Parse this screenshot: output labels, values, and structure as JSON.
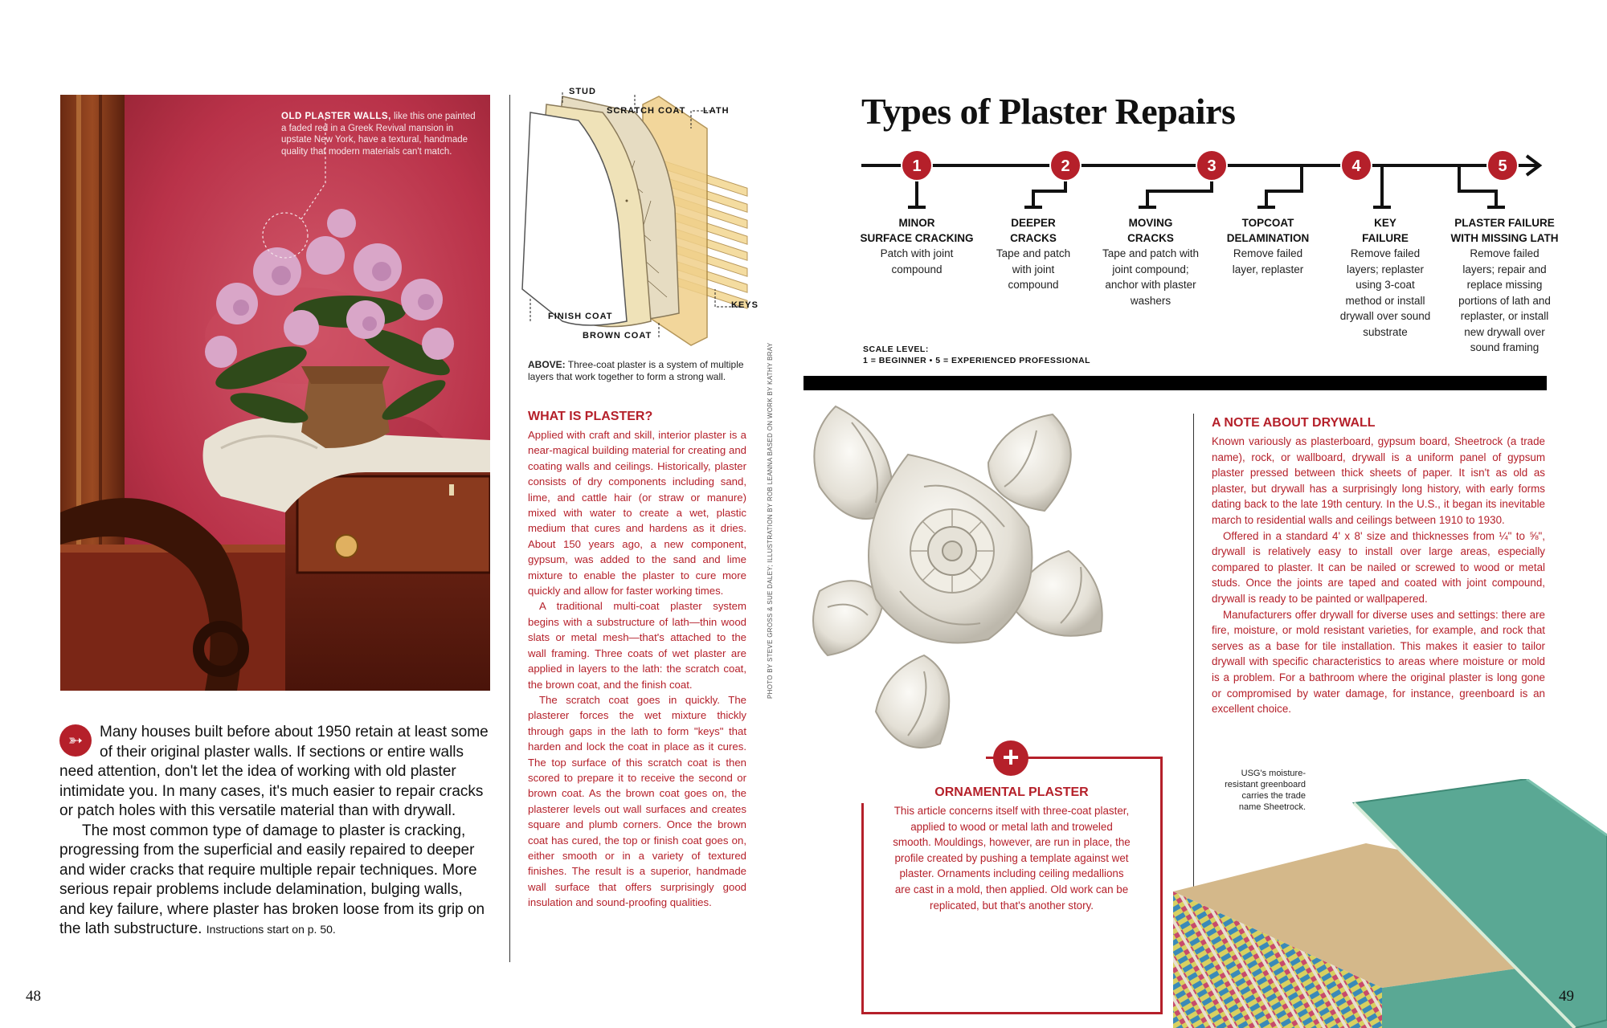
{
  "photo": {
    "caption_heading": "OLD PLASTER WALLS,",
    "caption_text": "like this one painted a faded red in a Greek Revival mansion in upstate New York, have a textural, handmade quality that modern materials can't match."
  },
  "intro": {
    "p1": "Many houses built before about 1950 retain at least some of their original plaster walls. If sections or entire walls need attention, don't let the idea of working with old plaster intimidate you. In many cases, it's much easier to repair cracks or patch holes with this versatile material than with drywall.",
    "p2": "The most common type of damage to plaster is cracking, progressing from the superficial and easily repaired to deeper and wider cracks that require multiple repair techniques. More serious repair problems include delamination, bulging walls, and key failure, where plaster has broken loose from its grip on the lath substructure.",
    "p2_tail": "Instructions start on p. 50."
  },
  "diagram": {
    "labels": {
      "stud": "STUD",
      "scratch_coat": "SCRATCH COAT",
      "lath": "LATH",
      "keys": "KEYS",
      "finish_coat": "FINISH COAT",
      "brown_coat": "BROWN COAT"
    },
    "caption_lead": "ABOVE:",
    "caption_text": "Three-coat plaster is a system of multiple layers that work together to form a strong wall."
  },
  "what_is_plaster": {
    "title": "WHAT IS PLASTER?",
    "p1": "Applied with craft and skill, interior plaster is a near-magical building material for creating and coating walls and ceilings. Historically, plaster consists of dry components including sand, lime, and cattle hair (or straw or manure) mixed with water to create a wet, plastic medium that cures and hardens as it dries. About 150 years ago, a new component, gypsum, was added to the sand and lime mixture to enable the plaster to cure more quickly and allow for faster working times.",
    "p2": "A traditional multi-coat plaster system begins with a substructure of lath—thin wood slats or metal mesh—that's attached to the wall framing. Three coats of wet plaster are applied in layers to the lath: the scratch coat, the brown coat, and the finish coat.",
    "p3": "The scratch coat goes in quickly. The plasterer forces the wet mixture thickly through gaps in the lath to form \"keys\" that harden and lock the coat in place as it cures. The top surface of this scratch coat is then scored to prepare it to receive the second or brown coat. As the brown coat goes on, the plasterer levels out wall surfaces and creates square and plumb corners. Once the brown coat has cured, the top or finish coat goes on, either smooth or in a variety of textured finishes. The result is a superior, handmade wall surface that offers surprisingly good insulation and sound-proofing qualities."
  },
  "credit": "PHOTO BY STEVE GROSS & SUE DALEY; ILLUSTRATION BY ROB LEANNA BASED ON WORK BY KATHY BRAY",
  "repairs": {
    "title": "Types of Plaster Repairs",
    "steps": [
      {
        "num": "1",
        "title1": "MINOR",
        "title2": "SURFACE CRACKING",
        "desc": "Patch with joint compound"
      },
      {
        "num": "2",
        "title1": "DEEPER",
        "title2": "CRACKS",
        "desc": "Tape and patch with joint compound"
      },
      {
        "num": "3",
        "title1": "MOVING",
        "title2": "CRACKS",
        "desc": "Tape and patch with joint compound; anchor with plaster washers"
      },
      {
        "num": "",
        "title1": "TOPCOAT",
        "title2": "DELAMINATION",
        "desc": "Remove failed layer, replaster"
      },
      {
        "num": "4",
        "title1": "KEY",
        "title2": "FAILURE",
        "desc": "Remove failed layers; replaster using 3-coat method or install drywall over sound substrate"
      },
      {
        "num": "5",
        "title1": "PLASTER FAILURE",
        "title2": "WITH MISSING LATH",
        "desc": "Remove failed layers; repair and replace missing portions of lath and replaster, or install new drywall over sound framing"
      }
    ],
    "scale_line1": "SCALE LEVEL:",
    "scale_line2": "1 = BEGINNER • 5 = EXPERIENCED PROFESSIONAL"
  },
  "ornamental": {
    "title": "ORNAMENTAL PLASTER",
    "body": "This article concerns itself with three-coat plaster, applied to wood or metal lath and troweled smooth. Mouldings, however, are run in place, the profile created by pushing a template against wet plaster. Ornaments including ceiling medallions are cast in a mold, then applied. Old work can be replicated, but that's another story."
  },
  "drywall": {
    "title": "A NOTE ABOUT DRYWALL",
    "p1": "Known variously as plasterboard, gypsum board, Sheetrock (a trade name), rock, or wallboard, drywall is a uniform panel of gypsum plaster pressed between thick sheets of paper. It isn't as old as plaster, but drywall has a surprisingly long history, with early forms dating back to the late 19th century. In the U.S., it began its inevitable march to residential walls and ceilings between 1910 to 1930.",
    "p2": "Offered in a standard 4' x 8' size and thicknesses from ¼\" to ⅝\", drywall is relatively easy to install over large areas, especially compared to plaster. It can be nailed or screwed to wood or metal studs. Once the joints are taped and coated with joint compound, drywall is ready to be painted or wallpapered.",
    "p3": "Manufacturers offer drywall for diverse uses and settings: there are fire, moisture, or mold resistant varieties, for example, and rock that serves as a base for tile installation. This makes it easier to tailor drywall with specific characteristics to areas where moisture or mold is a problem. For a bathroom where the original plaster is long gone or compromised by water damage, for instance, greenboard is an excellent choice.",
    "image_caption": "USG's moisture-resistant greenboard carries the trade name Sheetrock."
  },
  "page_numbers": {
    "left": "48",
    "right": "49"
  },
  "colors": {
    "accent": "#b5202a",
    "text": "#222222",
    "green": "#4fa58f"
  }
}
